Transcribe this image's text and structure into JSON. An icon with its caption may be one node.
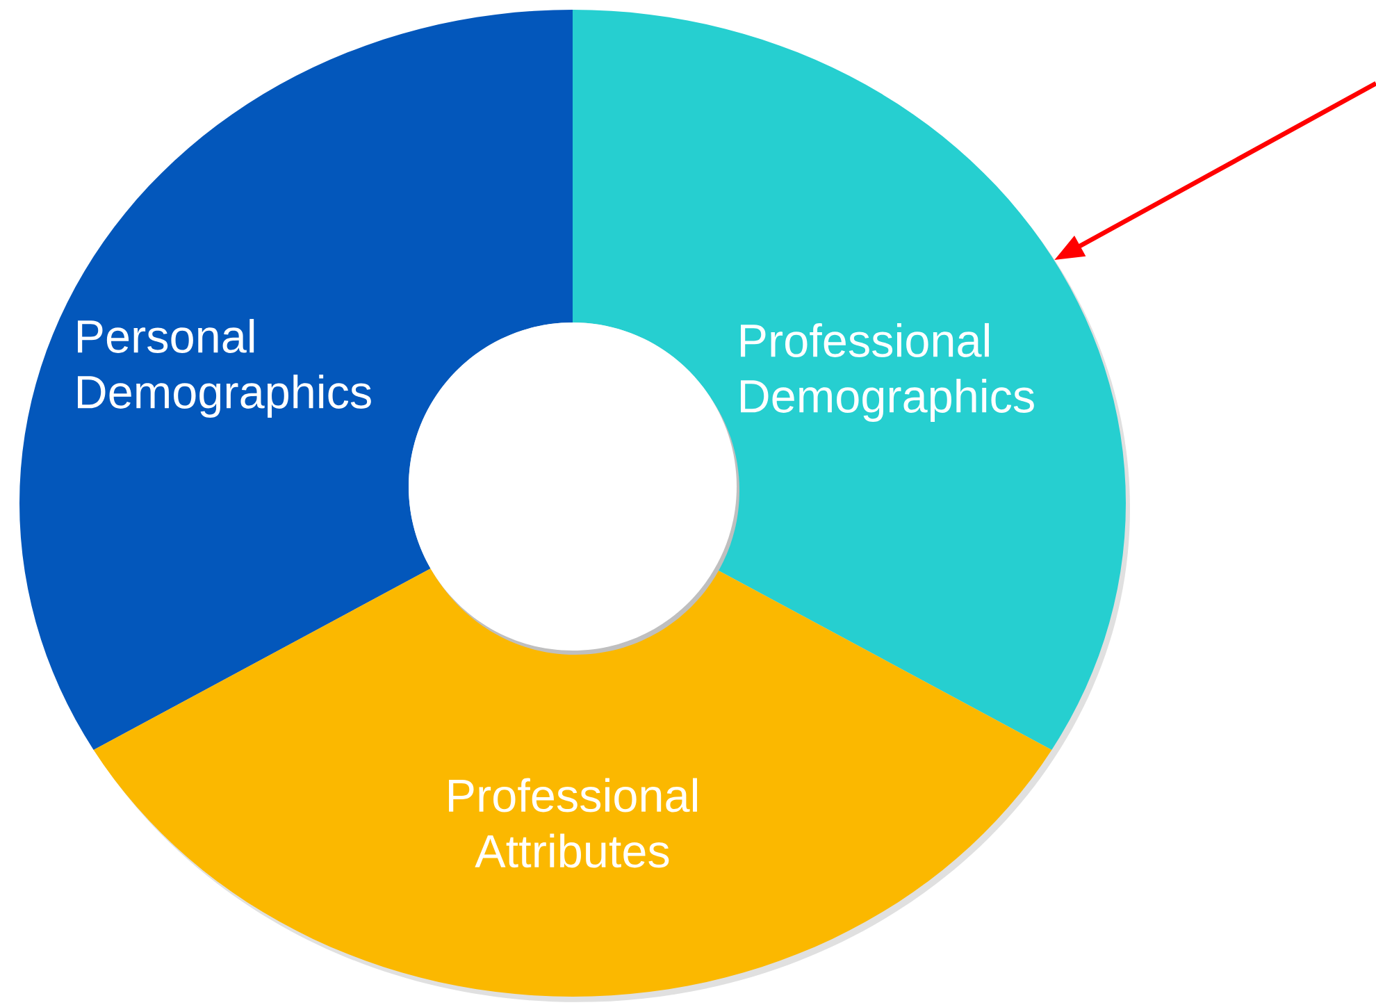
{
  "diagram": {
    "nodes": [
      {
        "text": [
          "Personal Demographics"
        ]
      },
      {
        "text": [
          "Professional Demographics"
        ]
      },
      {
        "text": [
          "Professional Attributes"
        ]
      }
    ],
    "edges": [
      {
        "from": null,
        "to": 1,
        "arrow": "to",
        "color": "#ff0000"
      }
    ]
  }
}
